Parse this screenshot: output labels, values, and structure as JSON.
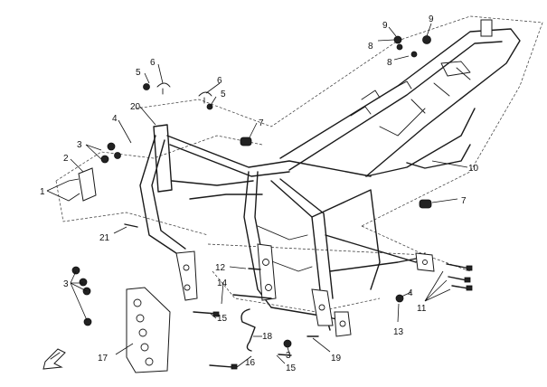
{
  "callouts": {
    "c1": "1",
    "c2": "2",
    "c3a": "3",
    "c3b": "3",
    "c3c": "3",
    "c4a": "4",
    "c4b": "4",
    "c5a": "5",
    "c5b": "5",
    "c6a": "6",
    "c6b": "6",
    "c7a": "7",
    "c7b": "7",
    "c8a": "8",
    "c8b": "8",
    "c9a": "9",
    "c9b": "9",
    "c10": "10",
    "c11": "11",
    "c12": "12",
    "c13": "13",
    "c14": "14",
    "c15a": "15",
    "c15b": "15",
    "c16": "16",
    "c17": "17",
    "c18": "18",
    "c19": "19",
    "c20": "20",
    "c21": "21"
  },
  "colors": {
    "line": "#1a1a1a",
    "background": "#ffffff"
  },
  "icons": {
    "direction_marker": "front-arrow-icon"
  }
}
